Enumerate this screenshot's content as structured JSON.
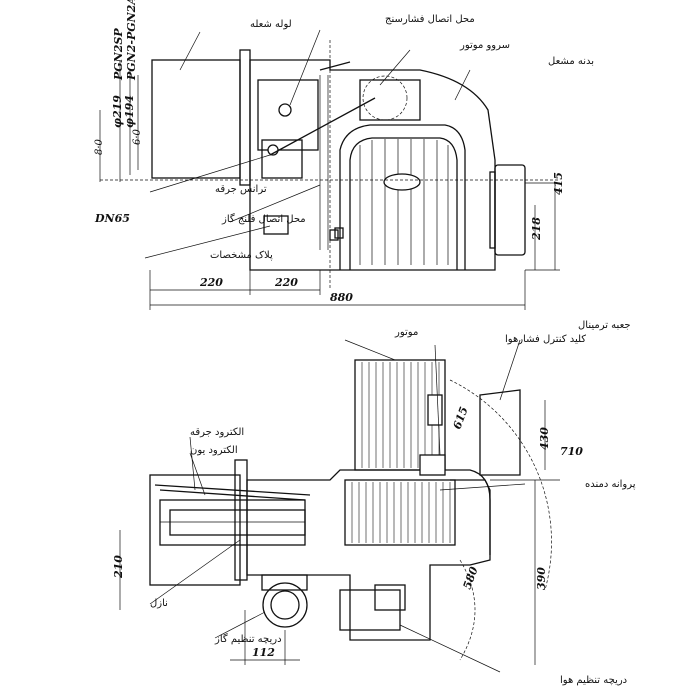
{
  "top_view": {
    "labels": {
      "flame_tube": "لوله شعله",
      "pressure_gauge_connection": "محل اتصال فشارسنج",
      "servo_motor": "سروو موتور",
      "burner_body": "بدنه مشعل",
      "flange_transformer": "ترانس جرقه",
      "gas_flange_connection": "محل اتصال فلنج گاز",
      "gas_flange_size": "DN65",
      "nameplate": "پلاک مشخصات"
    },
    "models": [
      "PGN2SP",
      "PGN2-PGN2A"
    ],
    "diameters": [
      "φ219",
      "φ194"
    ],
    "small_dims": [
      "8·0",
      "6·0"
    ],
    "dims": {
      "left_span": "220",
      "mid_span": "220",
      "total_span": "880",
      "height_total": "415",
      "height_lower": "218"
    }
  },
  "bottom_view": {
    "labels": {
      "motor": "موتور",
      "air_pressure_switch": "کلید کنترل فشارهوا",
      "terminal_box": "جعبه ترمینال",
      "ignition_electrode": "الکترود جرقه",
      "ion_electrode": "الکترود یون",
      "fan_impeller": "پروانه دمنده",
      "nozzle": "نازل",
      "gas_damper": "دریچه تنظیم گاز",
      "air_damper": "دریچه تنظیم هوا"
    },
    "dims": {
      "radius_615": "615",
      "height_430": "430",
      "radius_710": "710",
      "height_210": "210",
      "width_112": "112",
      "radius_580": "580",
      "height_390": "390"
    }
  }
}
